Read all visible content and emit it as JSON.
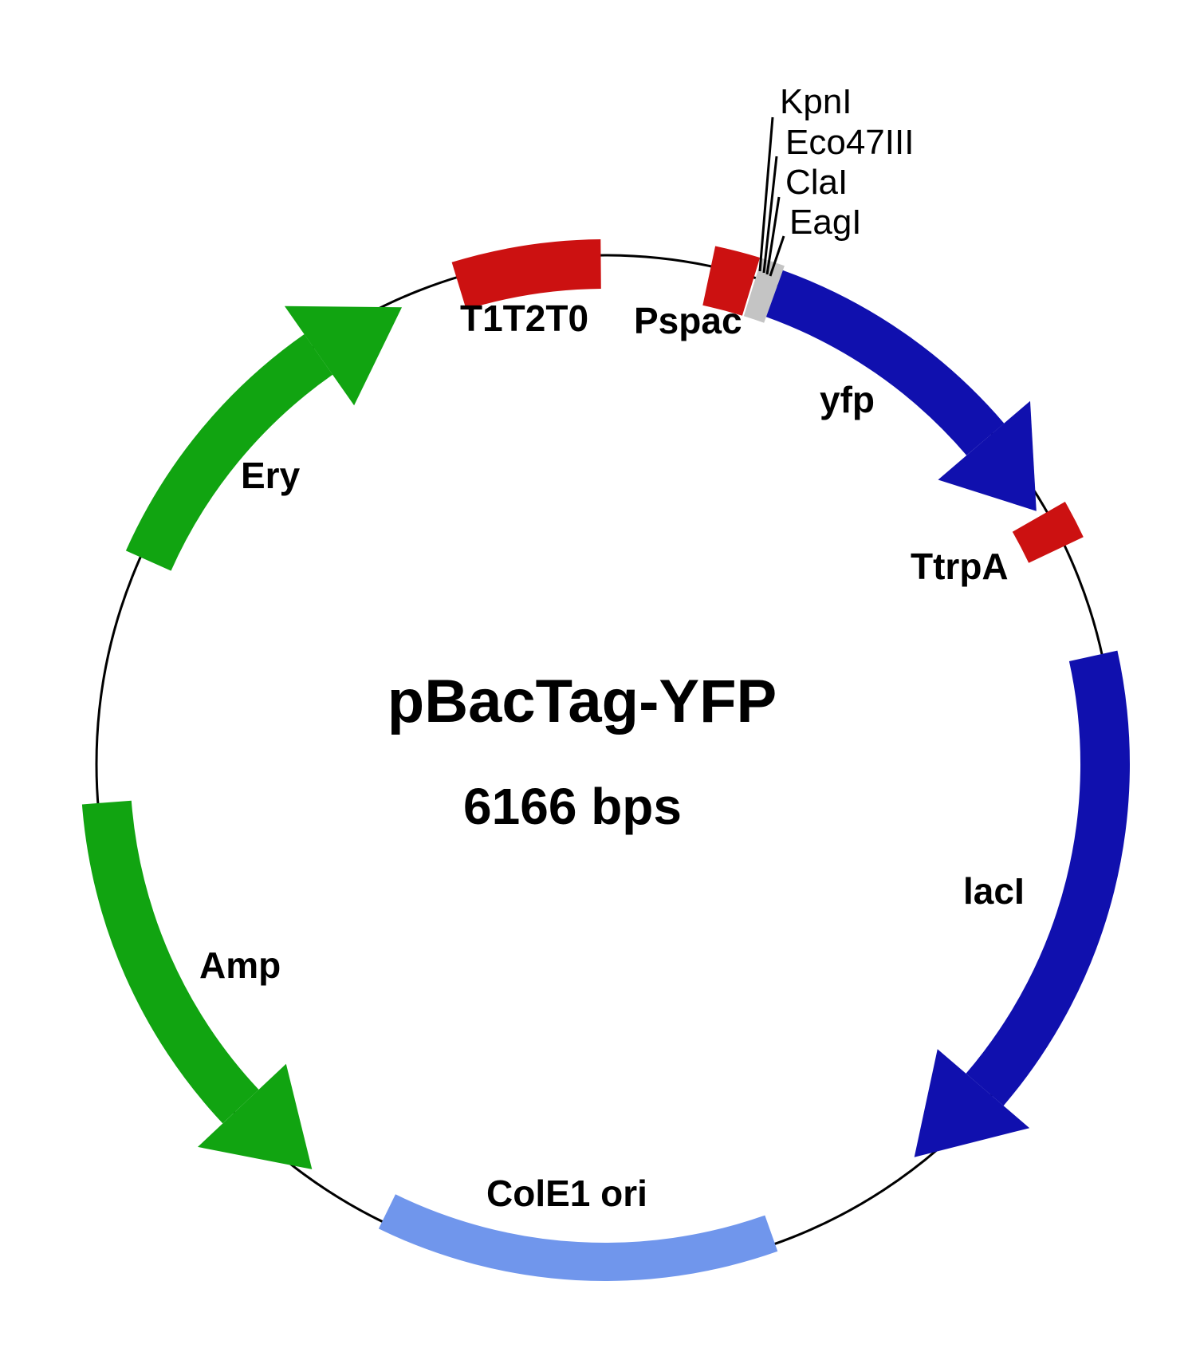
{
  "diagram": {
    "title": "pBacTag-YFP",
    "size_label": "6166 bps",
    "features": [
      {
        "id": "ery",
        "label": "Ery",
        "color": "#11A411",
        "shape": "arrow",
        "direction": "clockwise"
      },
      {
        "id": "t1t2t0",
        "label": "T1T2T0",
        "color": "#CC1111",
        "shape": "block"
      },
      {
        "id": "pspac",
        "label": "Pspac",
        "color": "#CC1111",
        "shape": "block"
      },
      {
        "id": "mcs",
        "label": "",
        "color": "#C4C4C4",
        "shape": "block"
      },
      {
        "id": "yfp",
        "label": "yfp",
        "color": "#1010AE",
        "shape": "arrow",
        "direction": "clockwise"
      },
      {
        "id": "ttrpa",
        "label": "TtrpA",
        "color": "#CC1111",
        "shape": "block"
      },
      {
        "id": "laci",
        "label": "lacI",
        "color": "#1010AE",
        "shape": "arrow",
        "direction": "clockwise"
      },
      {
        "id": "cole1",
        "label": "ColE1 ori",
        "color": "#7096EC",
        "shape": "block"
      },
      {
        "id": "amp",
        "label": "Amp",
        "color": "#11A411",
        "shape": "arrow",
        "direction": "counterclockwise"
      }
    ],
    "restriction_sites": [
      {
        "label": "KpnI"
      },
      {
        "label": "Eco47III"
      },
      {
        "label": "ClaI"
      },
      {
        "label": "EagI"
      }
    ],
    "backbone_color": "#000000",
    "background_color": "#FFFFFF"
  }
}
